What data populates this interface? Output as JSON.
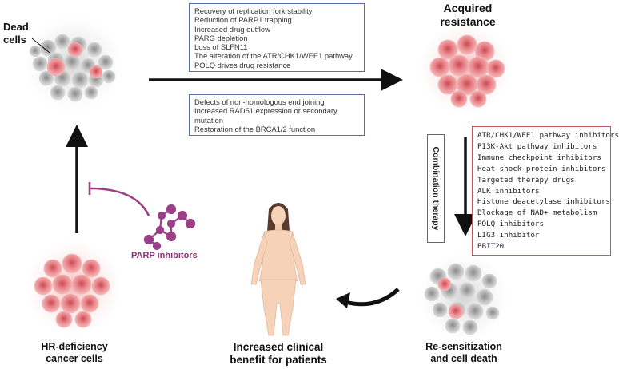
{
  "labels": {
    "dead_cells": "Dead\ncells",
    "acquired_resistance": "Acquired\nresistance",
    "hr_deficiency": "HR-deficiency\ncancer cells",
    "increased_benefit": "Increased clinical\nbenefit for patients",
    "resensitization": "Re-sensitization\nand cell death",
    "parp_inhibitors": "PARP inhibitors",
    "combination_therapy": "Combination therapy"
  },
  "resistance_mechanisms_box1": [
    "Recovery of replication fork stability",
    "Reduction of PARP1 trapping",
    "Increased drug outflow",
    "PARG depletion",
    "Loss of SLFN11",
    "The alteration of the ATR/CHK1/WEE1 pathway",
    "POLQ drives drug resistance"
  ],
  "resistance_mechanisms_box2": [
    "Defects of non-homologous end joining",
    "Increased RAD51 expression or secondary",
    "mutation",
    "Restoration of the BRCA1/2 function"
  ],
  "combination_inhibitors": [
    "ATR/CHK1/WEE1 pathway inhibitors",
    "PI3K-Akt pathway inhibitors",
    "Immune checkpoint inhibitors",
    "Heat shock protein inhibitors",
    "Targeted therapy drugs",
    "ALK inhibitors",
    "Histone deacetylase inhibitors",
    "Blockage of NAD+ metabolism",
    "POLQ inhibitors",
    "LIG3 inhibitor",
    "BBIT20"
  ],
  "colors": {
    "box_border": "#5a6fa8",
    "inhibitor_border": "#c25b5b",
    "parp_purple": "#9b3f86",
    "arrow": "#111111",
    "cell_pink": "#e07c7c",
    "cell_gray": "#b0b0b0"
  }
}
